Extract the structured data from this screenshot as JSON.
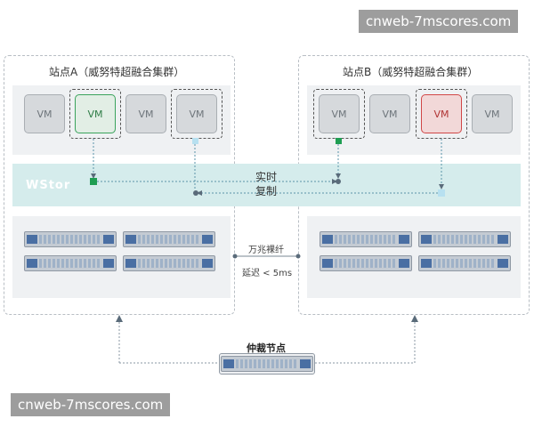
{
  "watermark_top": "cnweb-7mscores.com",
  "watermark_bottom": "cnweb-7mscores.com",
  "site_a": {
    "title": "站点A（威努特超融合集群）",
    "vms": [
      "VM",
      "VM",
      "VM",
      "VM"
    ]
  },
  "site_b": {
    "title": "站点B（威努特超融合集群）",
    "vms": [
      "VM",
      "VM",
      "VM",
      "VM"
    ]
  },
  "wstor_label": "WStor",
  "replication_label_1": "实时",
  "replication_label_2": "复制",
  "link_label_1": "万兆裸纤",
  "link_label_2": "延迟 < 5ms",
  "arbiter_label": "仲裁节点",
  "colors": {
    "green": "#3aa35c",
    "red": "#d14747",
    "wstor": "#d5ecec",
    "link": "#5a93a8"
  }
}
